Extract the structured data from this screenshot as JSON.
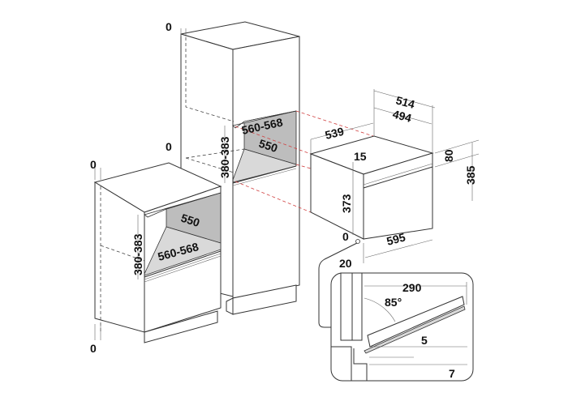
{
  "diagram": {
    "tall_cabinet": {
      "gap_top": "0",
      "gap_side": "0",
      "niche_width": "560-568",
      "niche_depth": "550",
      "niche_height": "380-383"
    },
    "base_cabinet": {
      "gap_top": "0",
      "gap_bottom": "0",
      "niche_width": "560-568",
      "niche_depth": "550",
      "niche_height": "380-383"
    },
    "oven": {
      "depth_total": "539",
      "depth_outer": "514",
      "depth_inner": "494",
      "panel_height": "80",
      "total_height": "385",
      "front_offset": "15",
      "body_height": "373",
      "width": "595",
      "gap": "0",
      "front_depth": "20"
    },
    "door_detail": {
      "door_length": "290",
      "angle": "85°",
      "clearance_door": "5",
      "clearance_bottom": "7"
    }
  }
}
